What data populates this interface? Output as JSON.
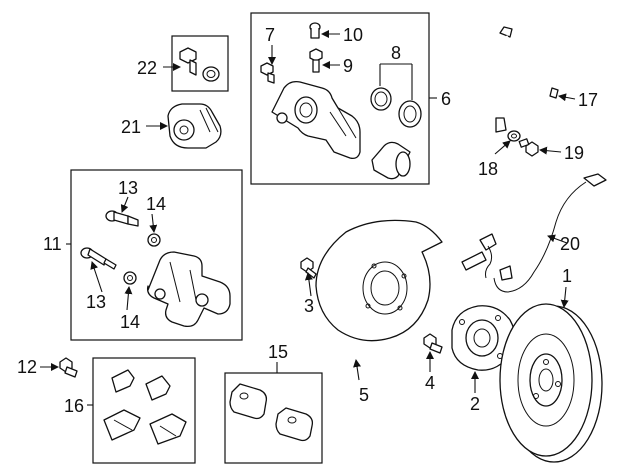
{
  "callouts": {
    "c1": "1",
    "c2": "2",
    "c3": "3",
    "c4": "4",
    "c5": "5",
    "c6": "6",
    "c7": "7",
    "c8": "8",
    "c9": "9",
    "c10": "10",
    "c11": "11",
    "c12": "12",
    "c13a": "13",
    "c13b": "13",
    "c14a": "14",
    "c14b": "14",
    "c15": "15",
    "c16": "16",
    "c17": "17",
    "c18": "18",
    "c19": "19",
    "c20": "20",
    "c21": "21",
    "c22": "22"
  }
}
